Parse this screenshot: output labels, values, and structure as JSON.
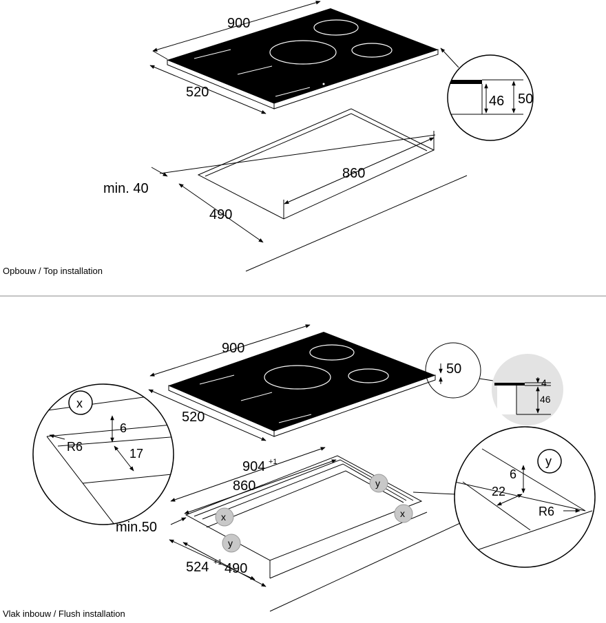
{
  "top_installation": {
    "caption": "Opbouw / Top installation",
    "dim_width": "900",
    "dim_depth": "520",
    "cutout_width": "860",
    "cutout_depth": "490",
    "min_distance": "min. 40",
    "detail_inner": "46",
    "detail_outer": "50"
  },
  "flush_installation": {
    "caption": "Vlak inbouw / Flush installation",
    "dim_width": "900",
    "dim_depth": "520",
    "height": "50",
    "detail_top": "4",
    "detail_inner": "46",
    "rebate_width": "904",
    "rebate_width_tol": "+1",
    "cutout_width": "860",
    "rebate_depth": "524",
    "rebate_depth_tol": "+1",
    "cutout_depth": "490",
    "min_distance": "min.50",
    "marker_x": "x",
    "marker_y": "y",
    "detail_x": {
      "label": "x",
      "radius": "R6",
      "depth": "6",
      "width": "17"
    },
    "detail_y": {
      "label": "y",
      "radius": "R6",
      "depth": "6",
      "width": "22"
    }
  }
}
